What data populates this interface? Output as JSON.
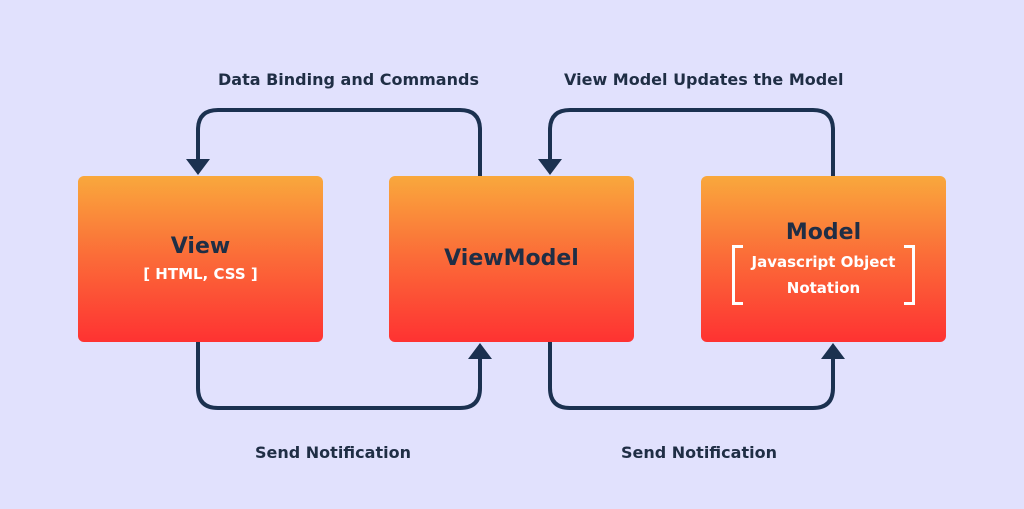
{
  "labels": {
    "top_left": "Data Binding and Commands",
    "top_right": "View Model Updates the Model",
    "bottom_left": "Send Notification",
    "bottom_right": "Send Notification"
  },
  "boxes": {
    "view": {
      "title": "View",
      "subtitle": "[ HTML, CSS ]"
    },
    "viewmodel": {
      "title": "ViewModel"
    },
    "model": {
      "title": "Model",
      "subtitle_line1": "Javascript Object",
      "subtitle_line2": "Notation"
    }
  },
  "colors": {
    "background": "#E1E1FD",
    "arrow": "#1B3150",
    "box_gradient_top": "#F9A83C",
    "box_gradient_bottom": "#FE3232",
    "text_dark": "#1F2E45",
    "text_light": "#FFFFFF"
  }
}
